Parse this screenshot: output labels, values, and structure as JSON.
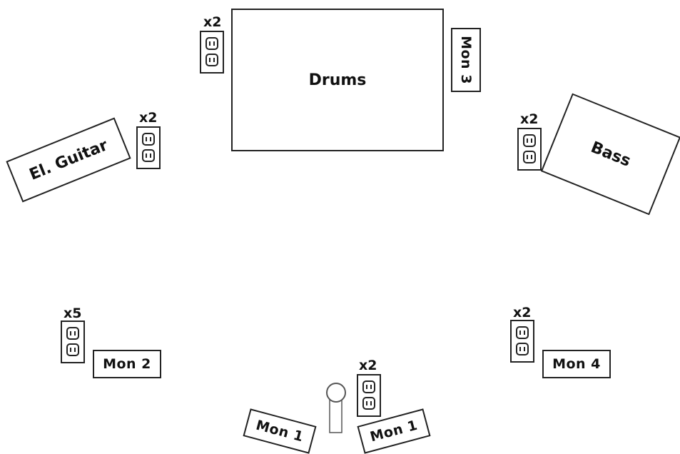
{
  "stage_plot": {
    "drums": {
      "label": "Drums"
    },
    "bass": {
      "label": "Bass"
    },
    "guitar": {
      "label": "El. Guitar"
    },
    "monitors": {
      "mon3": "Mon 3",
      "mon2": "Mon 2",
      "mon4": "Mon 4",
      "mon1_left": "Mon 1",
      "mon1_right": "Mon 1"
    },
    "outlets": {
      "drums": "x2",
      "guitar": "x2",
      "bass": "x2",
      "left": "x5",
      "right": "x2",
      "vocal": "x2"
    }
  }
}
